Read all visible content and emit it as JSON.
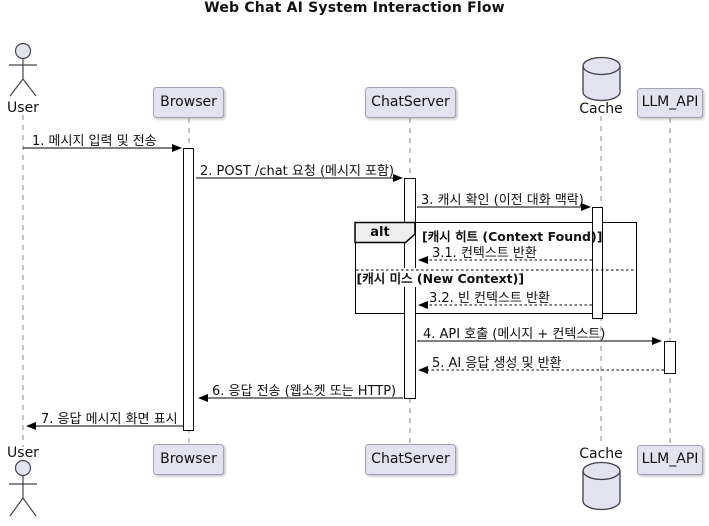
{
  "title": "Web Chat AI System Interaction Flow",
  "participants": {
    "user": {
      "label": "User",
      "type": "actor"
    },
    "browser": {
      "label": "Browser",
      "type": "participant"
    },
    "chatserver": {
      "label": "ChatServer",
      "type": "participant"
    },
    "cache": {
      "label": "Cache",
      "type": "database"
    },
    "llm_api": {
      "label": "LLM_API",
      "type": "participant"
    }
  },
  "messages": [
    {
      "label": "1. 메시지 입력 및 전송",
      "from": "User",
      "to": "Browser",
      "line": "solid"
    },
    {
      "label": "2. POST /chat 요청 (메시지 포함)",
      "from": "Browser",
      "to": "ChatServer",
      "line": "solid"
    },
    {
      "label": "3. 캐시 확인 (이전 대화 맥락)",
      "from": "ChatServer",
      "to": "Cache",
      "line": "solid"
    },
    {
      "label": "3.1. 컨텍스트 반환",
      "from": "Cache",
      "to": "ChatServer",
      "line": "dashed"
    },
    {
      "label": "3.2. 빈 컨텍스트 반환",
      "from": "Cache",
      "to": "ChatServer",
      "line": "dashed"
    },
    {
      "label": "4. API 호출 (메시지 + 컨텍스트)",
      "from": "ChatServer",
      "to": "LLM_API",
      "line": "solid"
    },
    {
      "label": "5. AI 응답 생성 및 반환",
      "from": "LLM_API",
      "to": "ChatServer",
      "line": "dashed"
    },
    {
      "label": "6. 응답 전송 (웹소켓 또는 HTTP)",
      "from": "ChatServer",
      "to": "Browser",
      "line": "solid"
    },
    {
      "label": "7. 응답 메시지 화면 표시",
      "from": "Browser",
      "to": "User",
      "line": "solid"
    }
  ],
  "alt_block": {
    "operator": "alt",
    "condition_hit": "[캐시 히트 (Context Found)]",
    "condition_miss": "[캐시 미스 (New Context)]"
  },
  "colors": {
    "participant_fill": "#E2E2F0",
    "participant_border": "#A2A2B4",
    "lifeline": "#8A8A8A",
    "frame_border": "#000000",
    "operator_tab_fill": "#EEEEEE"
  }
}
